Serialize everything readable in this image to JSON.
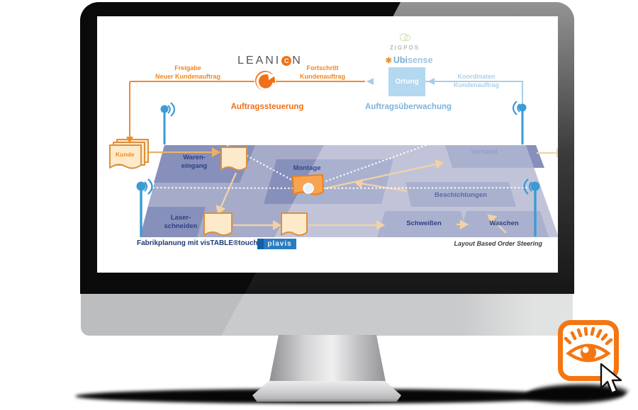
{
  "slide": {
    "logos": {
      "leanion_pre": "LEANI",
      "leanion_o": "C",
      "leanion_post": "N",
      "zigpos": "ZIGPOS",
      "ubisense_mark": "✱",
      "ubisense_bold": "Ubi",
      "ubisense_light": "sense"
    },
    "control": {
      "freigabe_l1": "Freigabe",
      "freigabe_l2": "Neuer Kundenauftrag",
      "fortschritt_l1": "Fortschritt",
      "fortschritt_l2": "Kundenauftrag",
      "koordinaten_l1": "Koordinaten",
      "koordinaten_l2": "Kundenauftrag",
      "ortung": "Ortung",
      "steuerung": "Auftragssteuerung",
      "ueberwachung": "Auftragsüberwachung"
    },
    "floor": {
      "kunde": "Kunde",
      "wareneingang_l1": "Waren-",
      "wareneingang_l2": "eingang",
      "laserschneiden_l1": "Laser-",
      "laserschneiden_l2": "schneiden",
      "montage": "Montage",
      "versand": "Versand",
      "beschichtungen": "Beschichtungen",
      "schweissen": "Schweißen",
      "waschen": "Waschen"
    },
    "captions": {
      "left": "Fabrikplanung mit visTABLE®touch",
      "plavis": "plavis",
      "right": "Layout Based Order Steering"
    }
  },
  "colors": {
    "orange_accent": "#f07018",
    "orange_line": "#ef8c28",
    "blue_pale": "#a9cde8",
    "blue_antenna": "#3b9bd5",
    "navy_label": "#2e4085",
    "floor_base": "#a6abc9",
    "floor_dark": "#8690ba",
    "doc_fill": "#fdeacb",
    "doc_border": "#dd8f3c",
    "plavis_blue": "#2a7cc0"
  }
}
